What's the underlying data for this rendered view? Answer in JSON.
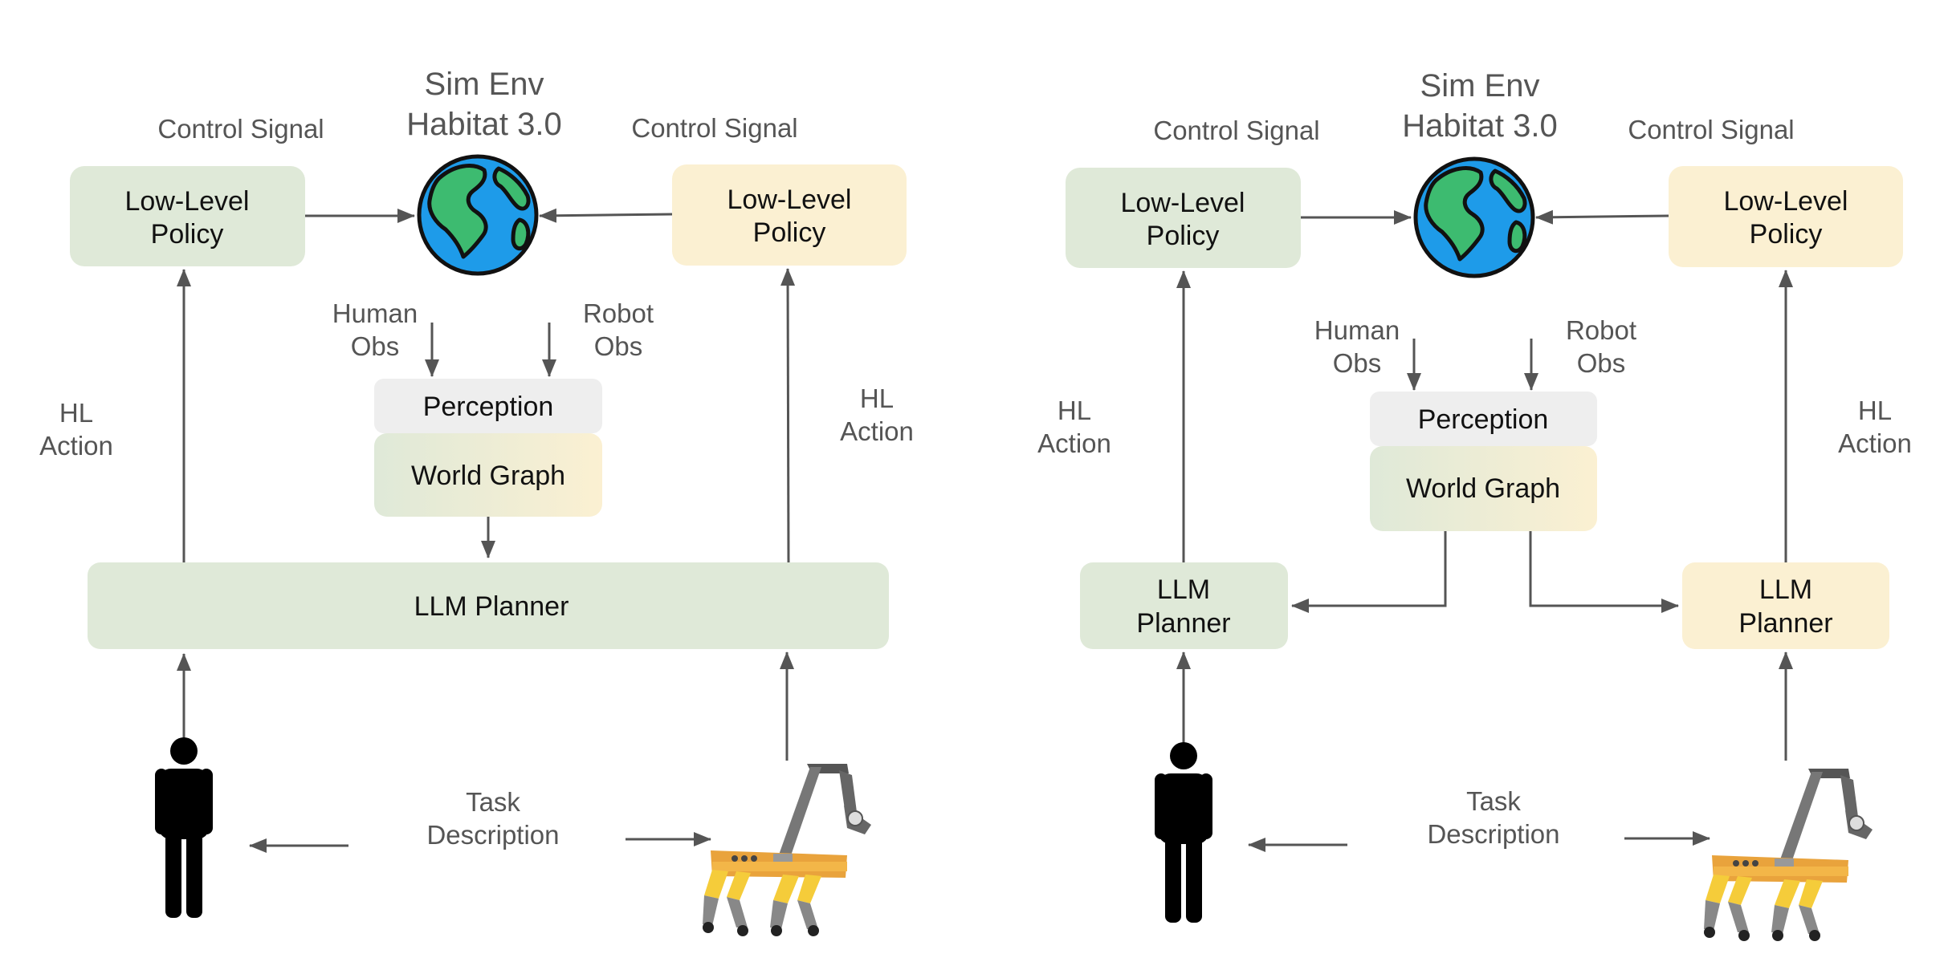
{
  "panels": [
    {
      "id": "centralized",
      "sim_env": {
        "line1": "Sim Env",
        "line2": "Habitat 3.0"
      },
      "control_signal_left": "Control Signal",
      "control_signal_right": "Control Signal",
      "low_level_left": {
        "line1": "Low-Level",
        "line2": "Policy"
      },
      "low_level_right": {
        "line1": "Low-Level",
        "line2": "Policy"
      },
      "human_obs": {
        "line1": "Human",
        "line2": "Obs"
      },
      "robot_obs": {
        "line1": "Robot",
        "line2": "Obs"
      },
      "perception": "Perception",
      "world_graph": "World Graph",
      "hl_action_left": {
        "line1": "HL",
        "line2": "Action"
      },
      "hl_action_right": {
        "line1": "HL",
        "line2": "Action"
      },
      "planner": "LLM Planner",
      "task": {
        "line1": "Task",
        "line2": "Description"
      }
    },
    {
      "id": "decentralized",
      "sim_env": {
        "line1": "Sim Env",
        "line2": "Habitat 3.0"
      },
      "control_signal_left": "Control Signal",
      "control_signal_right": "Control Signal",
      "low_level_left": {
        "line1": "Low-Level",
        "line2": "Policy"
      },
      "low_level_right": {
        "line1": "Low-Level",
        "line2": "Policy"
      },
      "human_obs": {
        "line1": "Human",
        "line2": "Obs"
      },
      "robot_obs": {
        "line1": "Robot",
        "line2": "Obs"
      },
      "perception": "Perception",
      "world_graph": "World Graph",
      "hl_action_left": {
        "line1": "HL",
        "line2": "Action"
      },
      "hl_action_right": {
        "line1": "HL",
        "line2": "Action"
      },
      "planner_left": {
        "line1": "LLM",
        "line2": "Planner"
      },
      "planner_right": {
        "line1": "LLM",
        "line2": "Planner"
      },
      "task": {
        "line1": "Task",
        "line2": "Description"
      }
    }
  ],
  "colors": {
    "human_box": "#dfe9d8",
    "robot_box": "#fbf0d2",
    "perception_box": "#eeeeee",
    "arrow": "#555555",
    "label": "#555555",
    "ocean": "#1e9be9",
    "land": "#3dbb70"
  },
  "icons": [
    "globe-icon",
    "human-icon",
    "robot-dog-icon"
  ]
}
